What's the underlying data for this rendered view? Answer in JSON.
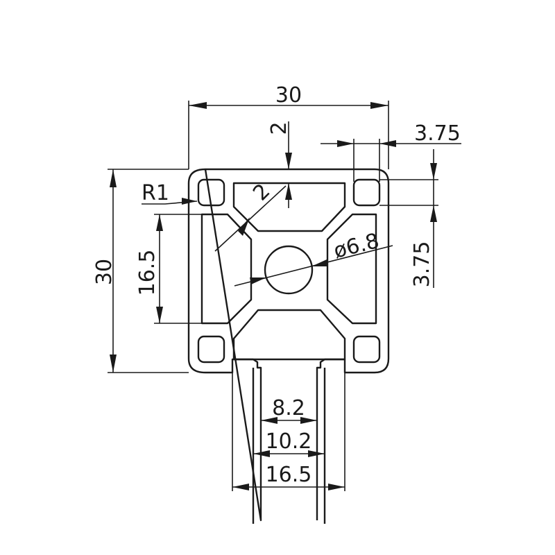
{
  "drawing": {
    "dim_width": "30",
    "dim_height": "30",
    "dim_wall": "2",
    "dim_wall_diag": "2",
    "dim_radius": "R1",
    "dim_slot_top_offset": "3.75",
    "dim_slot_side_offset": "3.75",
    "dim_inner_height": "16.5",
    "dim_bore": "ø6.8",
    "dim_slot_opening": "8.2",
    "dim_slot_inner": "10.2",
    "dim_slot_outer": "16.5"
  },
  "colors": {
    "line": "#1a1a1a",
    "background": "#ffffff"
  }
}
